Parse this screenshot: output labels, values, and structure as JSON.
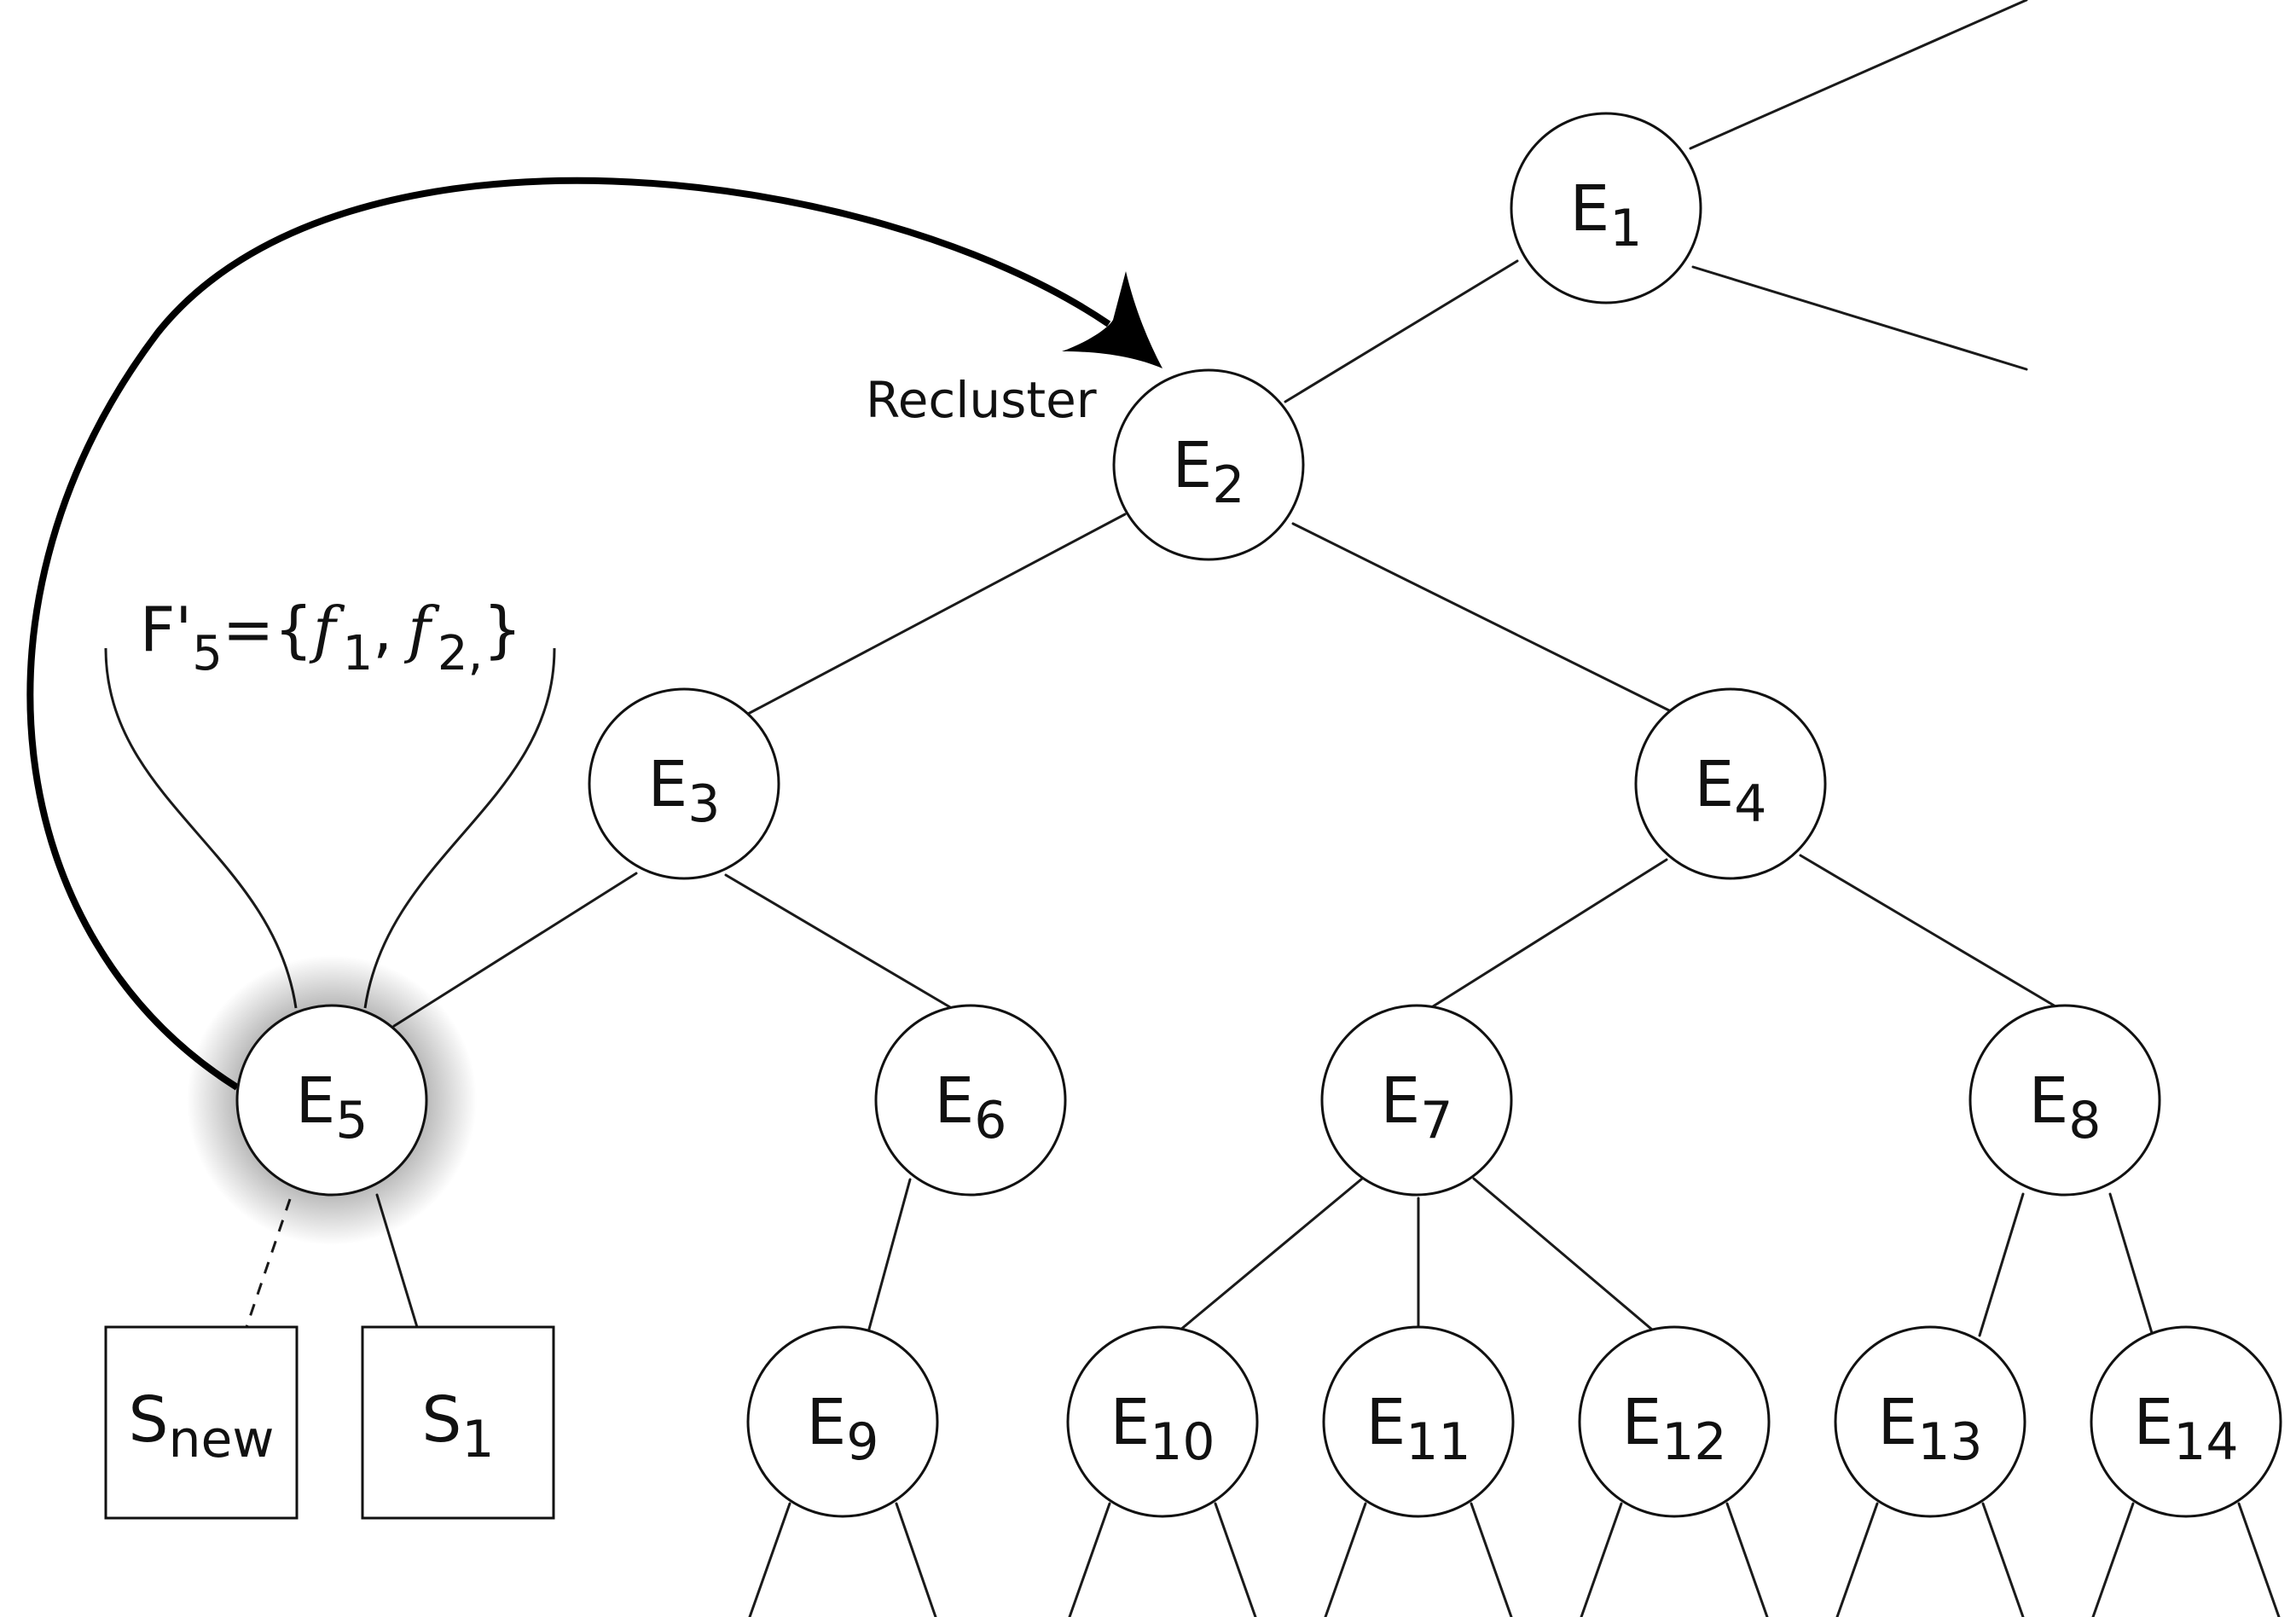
{
  "nodes": {
    "e1": {
      "base": "E",
      "sub": "1"
    },
    "e2": {
      "base": "E",
      "sub": "2"
    },
    "e3": {
      "base": "E",
      "sub": "3"
    },
    "e4": {
      "base": "E",
      "sub": "4"
    },
    "e5": {
      "base": "E",
      "sub": "5"
    },
    "e6": {
      "base": "E",
      "sub": "6"
    },
    "e7": {
      "base": "E",
      "sub": "7"
    },
    "e8": {
      "base": "E",
      "sub": "8"
    },
    "e9": {
      "base": "E",
      "sub": "9"
    },
    "e10": {
      "base": "E",
      "sub": "10"
    },
    "e11": {
      "base": "E",
      "sub": "11"
    },
    "e12": {
      "base": "E",
      "sub": "12"
    },
    "e13": {
      "base": "E",
      "sub": "13"
    },
    "e14": {
      "base": "E",
      "sub": "14"
    },
    "snew": {
      "base": "S",
      "sub": "new"
    },
    "s1": {
      "base": "S",
      "sub": "1"
    }
  },
  "recluster_label": "Recluster",
  "formula": {
    "lhs_base": "F'",
    "lhs_sub": "5",
    "equals_open": "={",
    "f1_base": "f",
    "f1_sub": "1",
    "sep": ",",
    "f2_base": "f",
    "f2_sub": "2,",
    "close": "}"
  },
  "colors": {
    "stroke": "#111111",
    "fill": "#ffffff",
    "highlight_glow": "#000000"
  }
}
